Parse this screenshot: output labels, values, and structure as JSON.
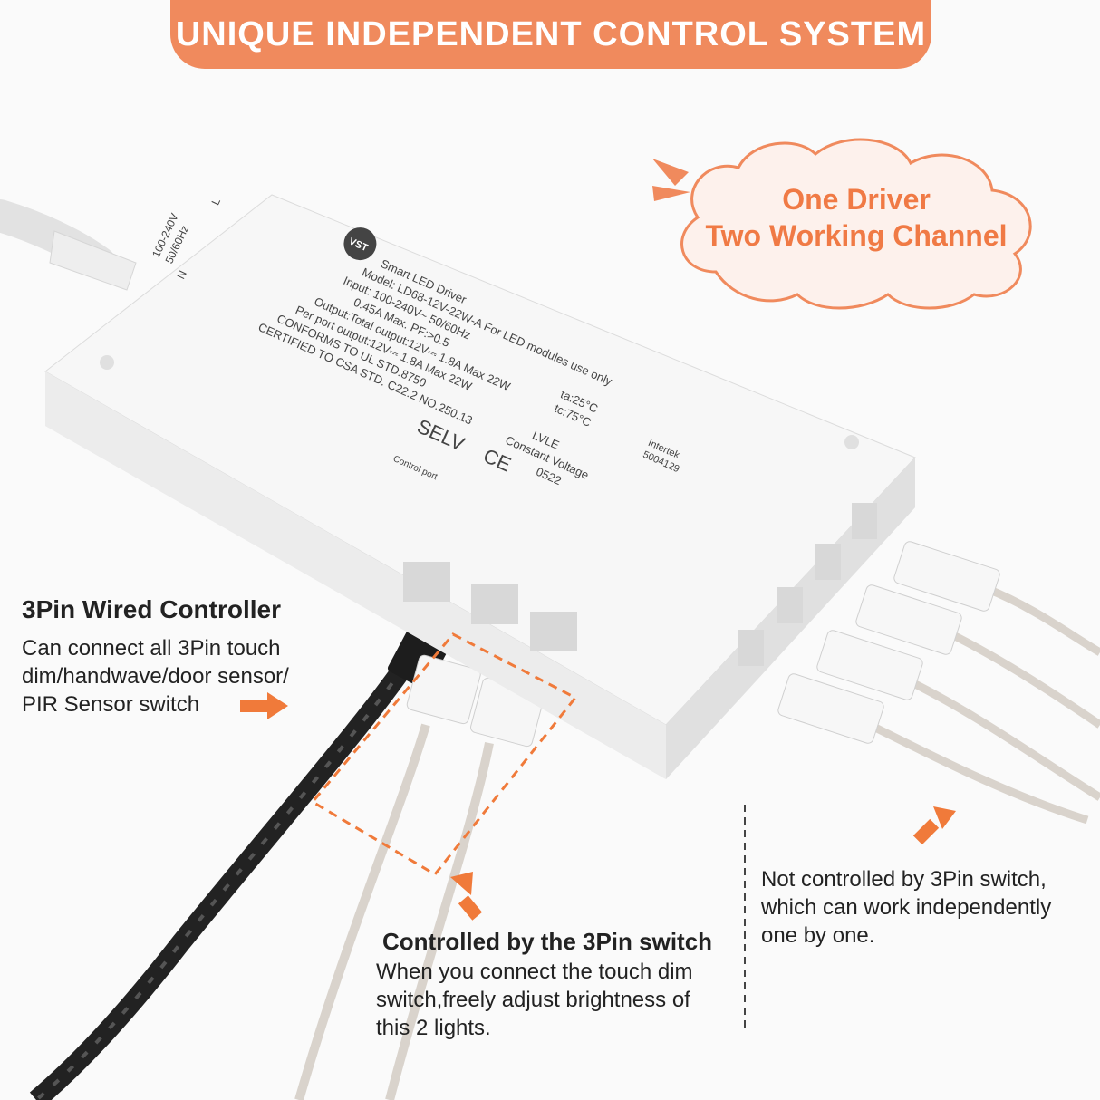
{
  "banner": {
    "title": "UNIQUE INDEPENDENT CONTROL SYSTEM"
  },
  "bubble": {
    "line1": "One Driver",
    "line2": "Two Working Channel"
  },
  "left_note": {
    "heading": "3Pin Wired Controller",
    "line1": "Can connect all 3Pin touch",
    "line2": "dim/handwave/door sensor/",
    "line3": "PIR Sensor switch"
  },
  "bottom_note": {
    "heading": "Controlled by the 3Pin switch",
    "line1": "When you connect the touch dim",
    "line2": "switch,freely adjust brightness of",
    "line3": "this 2 lights."
  },
  "right_note": {
    "line1": "Not controlled by 3Pin switch,",
    "line2": "which can work independently",
    "line3": "one by one."
  },
  "device_label": {
    "brand": "VST",
    "title": "Smart LED Driver",
    "model": "Model: LD68-12V-22W-A  For LED modules use only",
    "input": "Input: 100-240V~   50/60Hz",
    "input2": "0.45A Max.  PF:>0.5",
    "ta": "ta:25°C",
    "tc": "tc:75°C",
    "output": "Output:Total output:12V⎓ 1.8A  Max 22W",
    "perport": "Per port output:12V⎓ 1.8A  Max 22W",
    "ul": "CONFORMS TO UL STD.8750",
    "csa": "CERTIFIED TO CSA STD. C22.2 NO.250.13",
    "selv": "SELV",
    "ce": "CE",
    "lvle": "LVLE",
    "cv": "Constant Voltage",
    "date": "0522",
    "intertek": "Intertek",
    "intertek_no": "5004129",
    "control_port": "Control port",
    "ac_voltage": "100-240V",
    "ac_freq": "50/60Hz",
    "n_label": "N",
    "l_label": "L"
  },
  "colors": {
    "accent": "#f08a5d",
    "accent_text": "#f07a45",
    "dash": "#f07a3a"
  }
}
